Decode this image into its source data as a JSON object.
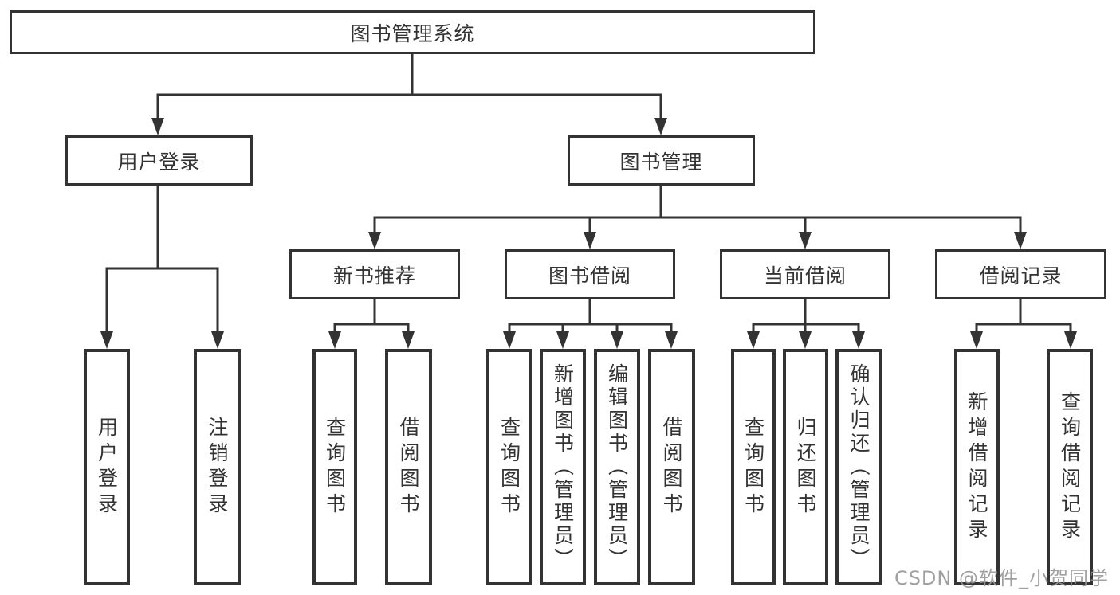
{
  "diagram": {
    "root_label": "图书管理系统",
    "user_login": {
      "label": "用户登录",
      "children": {
        "login": "用户登录",
        "logout": "注销登录"
      }
    },
    "book_management": {
      "label": "图书管理",
      "new_book_recommend": {
        "label": "新书推荐",
        "children": {
          "query_book": "查询图书",
          "borrow_book": "借阅图书"
        }
      },
      "book_borrow": {
        "label": "图书借阅",
        "children": {
          "query_book": "查询图书",
          "add_book": "新增图书（管理员）",
          "edit_book": "编辑图书（管理员）",
          "borrow_book": "借阅图书"
        }
      },
      "current_borrow": {
        "label": "当前借阅",
        "children": {
          "query_book": "查询图书",
          "return_book": "归还图书",
          "confirm_return": "确认归还（管理员）"
        }
      },
      "borrow_records": {
        "label": "借阅记录",
        "children": {
          "add_record": "新增借阅记录",
          "query_record": "查询借阅记录"
        }
      }
    }
  },
  "watermark": {
    "text": "CSDN @软件_小贺同学"
  },
  "colors": {
    "line": "#333333",
    "text": "#333333",
    "watermark": "#969696",
    "background": "#ffffff"
  }
}
